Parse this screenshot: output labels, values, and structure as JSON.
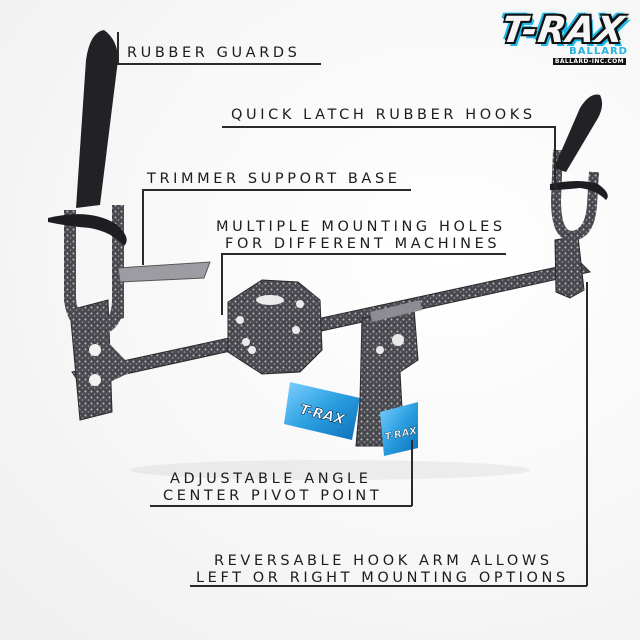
{
  "brand": {
    "logo_text": "T-RAX",
    "logo_sub": "BALLARD",
    "logo_url": "BALLARD-INC.COM",
    "accent_color": "#1fb8e6"
  },
  "product": {
    "description": "Metal trimmer rack with hammertone finish, two rubber-guarded hook arms and a blue T-RAX center pivot"
  },
  "callouts": [
    {
      "id": "rubber-guards",
      "lines": [
        "RUBBER GUARDS"
      ]
    },
    {
      "id": "quick-latch",
      "lines": [
        "QUICK LATCH RUBBER HOOKS"
      ]
    },
    {
      "id": "trimmer-support",
      "lines": [
        "TRIMMER SUPPORT BASE"
      ]
    },
    {
      "id": "mounting-holes",
      "lines": [
        "MULTIPLE MOUNTING HOLES",
        "FOR DIFFERENT MACHINES"
      ]
    },
    {
      "id": "pivot-point",
      "lines": [
        "ADJUSTABLE ANGLE",
        "CENTER PIVOT POINT"
      ]
    },
    {
      "id": "reversable-arm",
      "lines": [
        "REVERSABLE HOOK ARM ALLOWS",
        "LEFT OR RIGHT MOUNTING OPTIONS"
      ]
    }
  ],
  "colors": {
    "label_text": "#1c1c1c",
    "metal_dark": "#3a3a3e",
    "metal_light": "#8a8a90",
    "rubber": "#1e1e22",
    "pivot_blue": "#2a9fe0"
  }
}
